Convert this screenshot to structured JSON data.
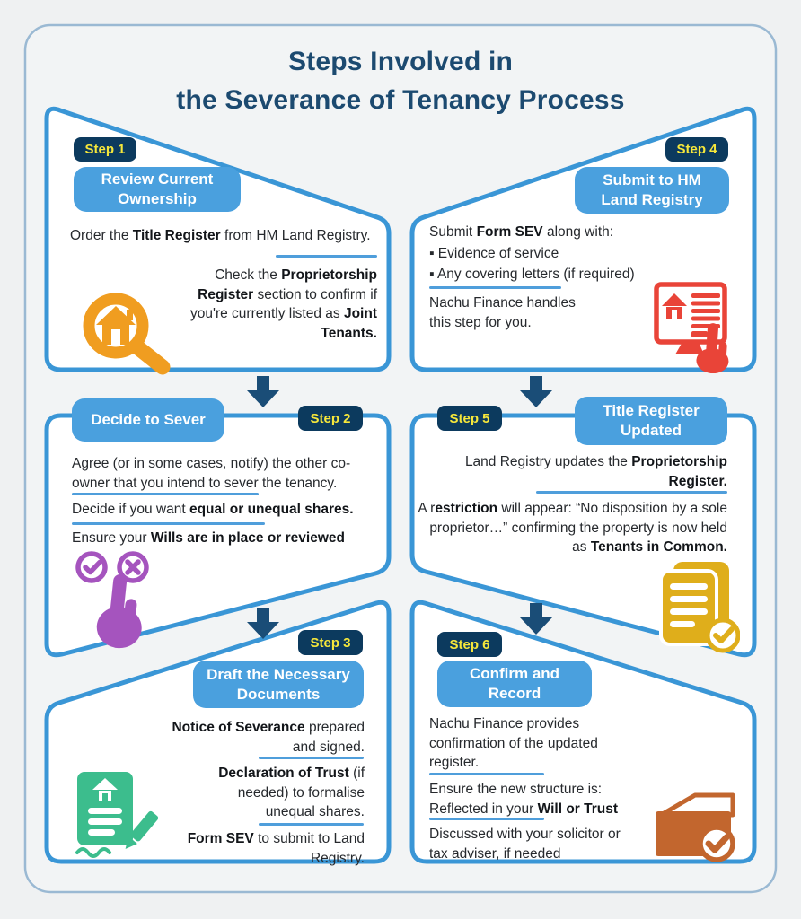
{
  "title": {
    "line1": "Steps Involved in",
    "line2": "the Severance of Tenancy Process"
  },
  "colors": {
    "background": "#eff1f2",
    "outer_border": "#9ab9d3",
    "panel_border": "#3a96d6",
    "panel_fill": "#ffffff",
    "pill_blue": "#4aa0de",
    "badge_navy": "#0c3a5e",
    "badge_yellow": "#f6e73b",
    "title_navy": "#1c4a70",
    "arrow_navy": "#1a4d77",
    "divider_blue": "#4f9edb",
    "icon_orange": "#f09d20",
    "icon_purple": "#a554be",
    "icon_green": "#3cbd8d",
    "icon_red": "#e94438",
    "icon_gold": "#dfae1b",
    "icon_brown": "#c2662e"
  },
  "steps": [
    {
      "badge": "Step 1",
      "heading": "Review Current\nOwnership",
      "icon": "house-search",
      "paragraphs": [
        [
          {
            "t": "Order the "
          },
          {
            "t": "Title Register",
            "b": 1
          },
          {
            "t": " from HM Land Registry."
          }
        ],
        [
          {
            "t": "Check the "
          },
          {
            "t": "Proprietorship Register",
            "b": 1
          },
          {
            "t": " section to confirm if you're currently listed as "
          },
          {
            "t": "Joint Tenants.",
            "b": 1
          }
        ]
      ]
    },
    {
      "badge": "Step 2",
      "heading": "Decide to Sever",
      "icon": "approve-reject-hand",
      "paragraphs": [
        [
          {
            "t": "Agree (or in some cases, notify) the other co-owner that you intend to sever the tenancy."
          }
        ],
        [
          {
            "t": "Decide if you want "
          },
          {
            "t": "equal or unequal shares.",
            "b": 1
          }
        ],
        [
          {
            "t": "Ensure your "
          },
          {
            "t": "Wills are in place or reviewed",
            "b": 1
          }
        ]
      ]
    },
    {
      "badge": "Step 3",
      "heading": "Draft the Necessary\nDocuments",
      "icon": "signed-document",
      "paragraphs": [
        [
          {
            "t": "Notice of Severance",
            "b": 1
          },
          {
            "t": " prepared and signed."
          }
        ],
        [
          {
            "t": "Declaration of Trust",
            "b": 1
          },
          {
            "t": " (if needed) to formalise unequal shares."
          }
        ],
        [
          {
            "t": "Form SEV",
            "b": 1
          },
          {
            "t": " to submit to Land Registry."
          }
        ]
      ]
    },
    {
      "badge": "Step 4",
      "heading": "Submit to HM\nLand Registry",
      "icon": "form-submit-hand",
      "paragraphs": [
        [
          {
            "t": "Submit "
          },
          {
            "t": "Form SEV",
            "b": 1
          },
          {
            "t": " along with:"
          }
        ],
        [
          {
            "t": "▪ Evidence of service"
          }
        ],
        [
          {
            "t": "▪ Any covering letters (if required)"
          }
        ],
        [
          {
            "t": "Nachu Finance handles this step for you."
          }
        ]
      ]
    },
    {
      "badge": "Step 5",
      "heading": "Title Register\nUpdated",
      "icon": "documents-check",
      "paragraphs": [
        [
          {
            "t": "Land Registry updates the "
          },
          {
            "t": "Proprietorship Register.",
            "b": 1
          }
        ],
        [
          {
            "t": "A r"
          },
          {
            "t": "estriction",
            "b": 1
          },
          {
            "t": " will appear: “No disposition by a sole proprietor…” confirming the property is now held as "
          },
          {
            "t": "Tenants in Common.",
            "b": 1
          }
        ]
      ]
    },
    {
      "badge": "Step 6",
      "heading": "Confirm and\nRecord",
      "icon": "folder-check",
      "paragraphs": [
        [
          {
            "t": "Nachu Finance provides confirmation of the updated register."
          }
        ],
        [
          {
            "t": "Ensure the new structure is: Reflected in your "
          },
          {
            "t": "Will or Trust",
            "b": 1
          }
        ],
        [
          {
            "t": "Discussed with your solicitor or tax adviser, if needed"
          }
        ]
      ]
    }
  ]
}
